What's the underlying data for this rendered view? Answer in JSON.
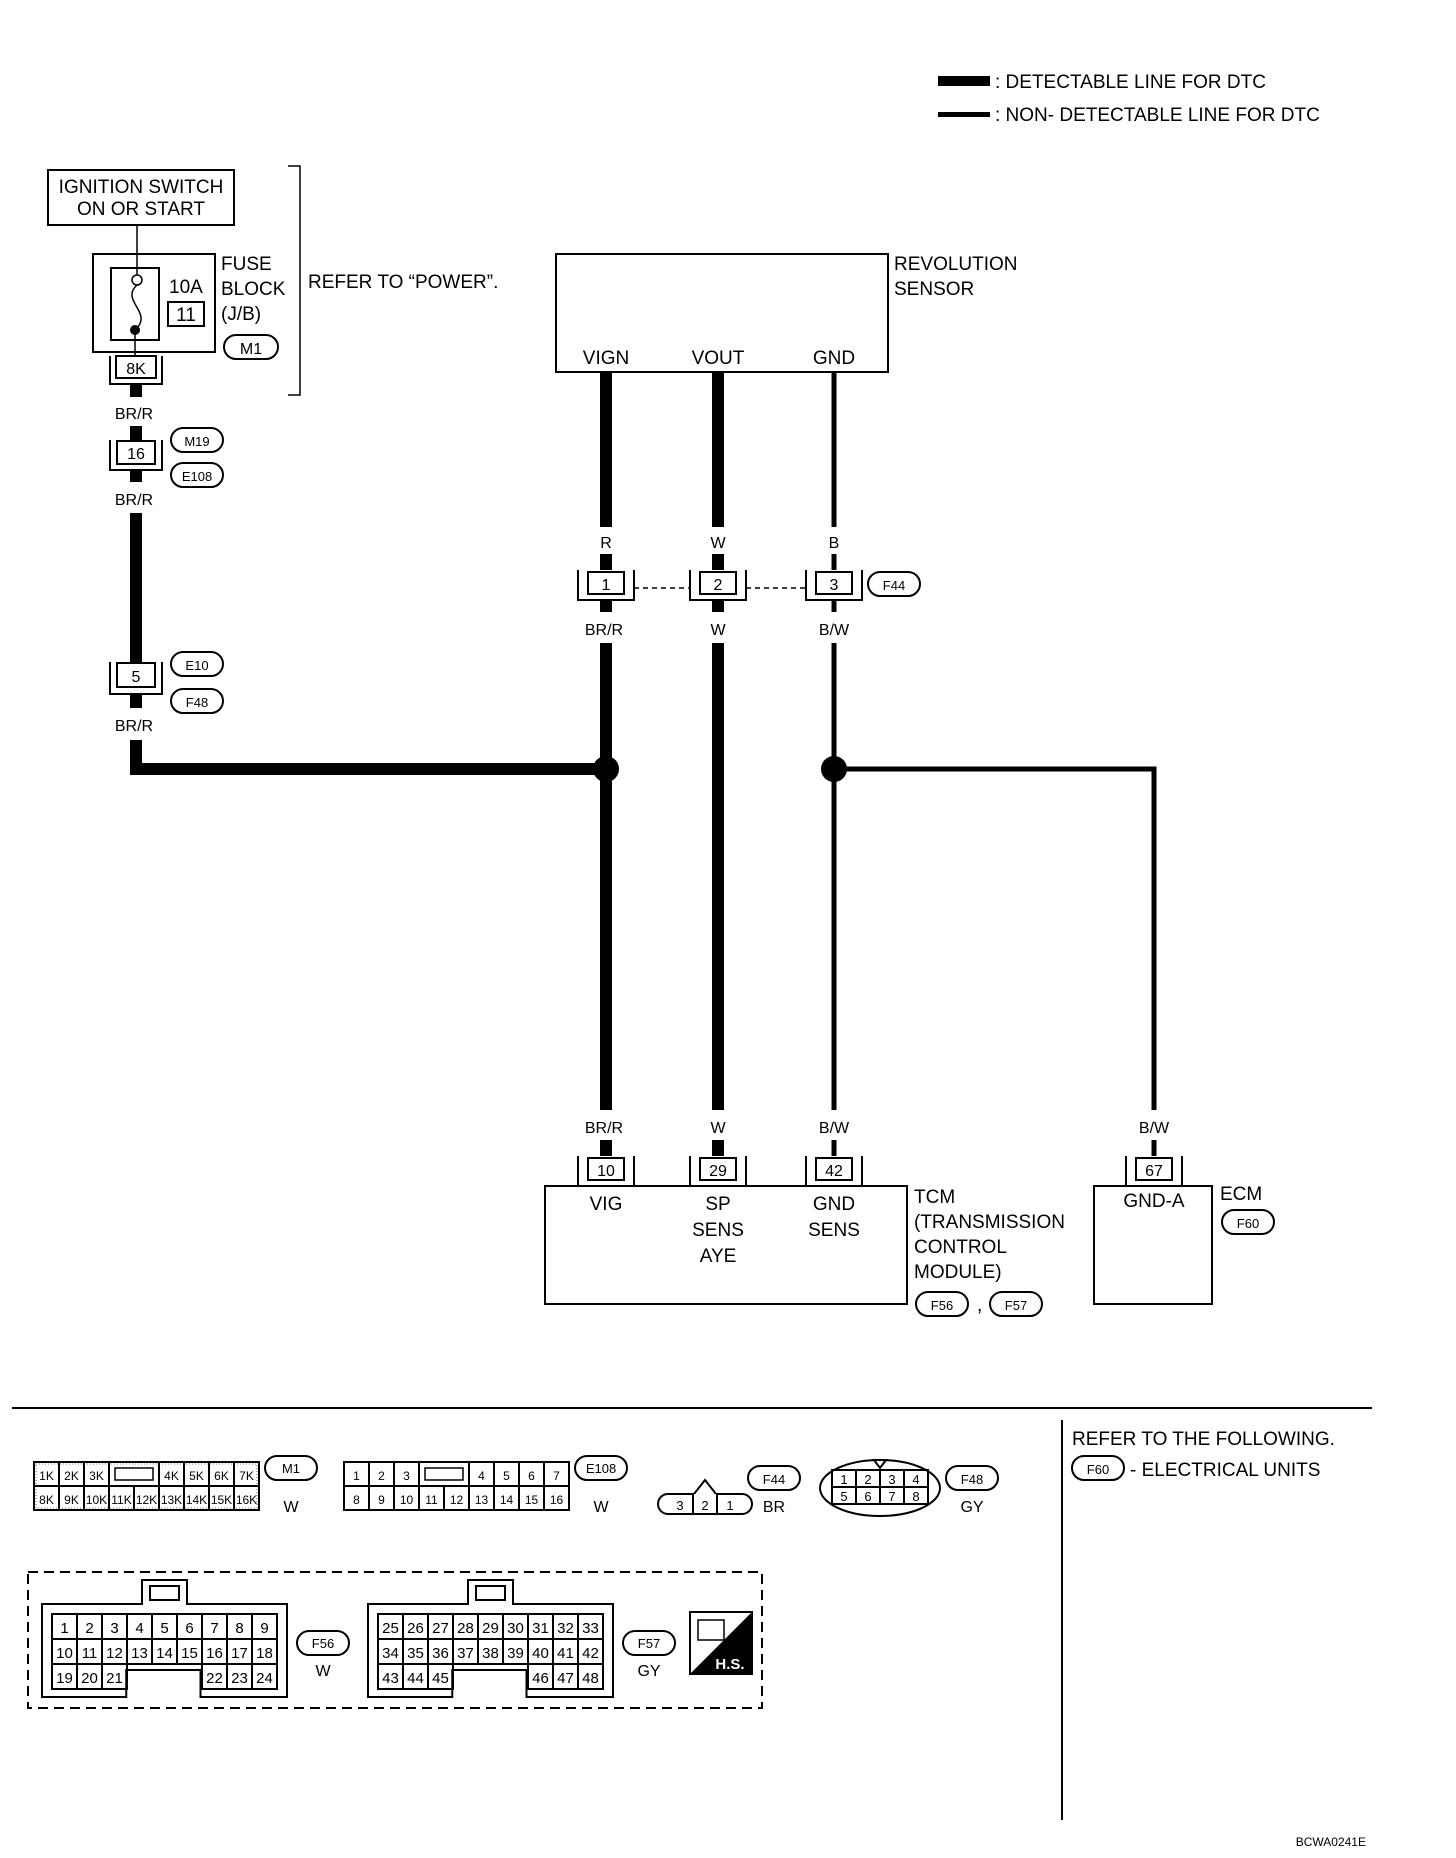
{
  "legend": {
    "detectable": ": DETECTABLE LINE FOR DTC",
    "non_detectable": ": NON- DETECTABLE LINE FOR DTC"
  },
  "ignition": {
    "line1": "IGNITION SWITCH",
    "line2": "ON OR START"
  },
  "fuse_block": {
    "amperage": "10A",
    "fuse_no": "11",
    "label1": "FUSE",
    "label2": "BLOCK",
    "label3": "(J/B)",
    "conn": "M1",
    "terminal": "8K",
    "refer": "REFER TO “POWER”."
  },
  "power_wire": {
    "color": "BR/R",
    "j1_terminal": "16",
    "j1_conn_a": "M19",
    "j1_conn_b": "E108",
    "j2_terminal": "5",
    "j2_conn_a": "E10",
    "j2_conn_b": "F48"
  },
  "sensor": {
    "line1": "REVOLUTION",
    "line2": "SENSOR",
    "pins": [
      "VIGN",
      "VOUT",
      "GND"
    ],
    "wire_top": [
      "R",
      "W",
      "B"
    ],
    "conn_terms": [
      "1",
      "2",
      "3"
    ],
    "conn": "F44",
    "wire_bot": [
      "BR/R",
      "W",
      "B/W"
    ]
  },
  "tcm": {
    "wires": [
      "BR/R",
      "W",
      "B/W"
    ],
    "terms": [
      "10",
      "29",
      "42"
    ],
    "pin1": "VIG",
    "pin2a": "SP",
    "pin2b": "SENS",
    "pin2c": "AYE",
    "pin3a": "GND",
    "pin3b": "SENS",
    "name": [
      "TCM",
      "(TRANSMISSION",
      "CONTROL",
      "MODULE)"
    ],
    "conn_a": "F56",
    "conn_b": "F57"
  },
  "ecm": {
    "wire": "B/W",
    "term": "67",
    "pin": "GND-A",
    "name": "ECM",
    "conn": "F60"
  },
  "connectors": {
    "m1": {
      "id": "M1",
      "color": "W",
      "row1": [
        "1K",
        "2K",
        "3K",
        "",
        "4K",
        "5K",
        "6K",
        "7K"
      ],
      "row2": [
        "8K",
        "9K",
        "10K",
        "11K",
        "12K",
        "13K",
        "14K",
        "15K",
        "16K"
      ]
    },
    "e108": {
      "id": "E108",
      "color": "W",
      "row1": [
        "1",
        "2",
        "3",
        "",
        "4",
        "5",
        "6",
        "7"
      ],
      "row2": [
        "8",
        "9",
        "10",
        "11",
        "12",
        "13",
        "14",
        "15",
        "16"
      ]
    },
    "f44": {
      "id": "F44",
      "color": "BR",
      "pins": [
        "3",
        "2",
        "1"
      ]
    },
    "f48": {
      "id": "F48",
      "color": "GY",
      "row1": [
        "1",
        "2",
        "3",
        "4"
      ],
      "row2": [
        "5",
        "6",
        "7",
        "8"
      ]
    },
    "f56": {
      "id": "F56",
      "color": "W",
      "row1": [
        "1",
        "2",
        "3",
        "4",
        "5",
        "6",
        "7",
        "8",
        "9"
      ],
      "row2": [
        "10",
        "11",
        "12",
        "13",
        "14",
        "15",
        "16",
        "17",
        "18"
      ],
      "row3": [
        "19",
        "20",
        "21",
        "22",
        "23",
        "24"
      ]
    },
    "f57": {
      "id": "F57",
      "color": "GY",
      "row1": [
        "25",
        "26",
        "27",
        "28",
        "29",
        "30",
        "31",
        "32",
        "33"
      ],
      "row2": [
        "34",
        "35",
        "36",
        "37",
        "38",
        "39",
        "40",
        "41",
        "42"
      ],
      "row3": [
        "43",
        "44",
        "45",
        "46",
        "47",
        "48"
      ]
    },
    "hs": "H.S."
  },
  "refer_box": {
    "line1": "REFER TO THE FOLLOWING.",
    "conn": "F60",
    "text": "- ELECTRICAL UNITS"
  },
  "code": "BCWA0241E"
}
